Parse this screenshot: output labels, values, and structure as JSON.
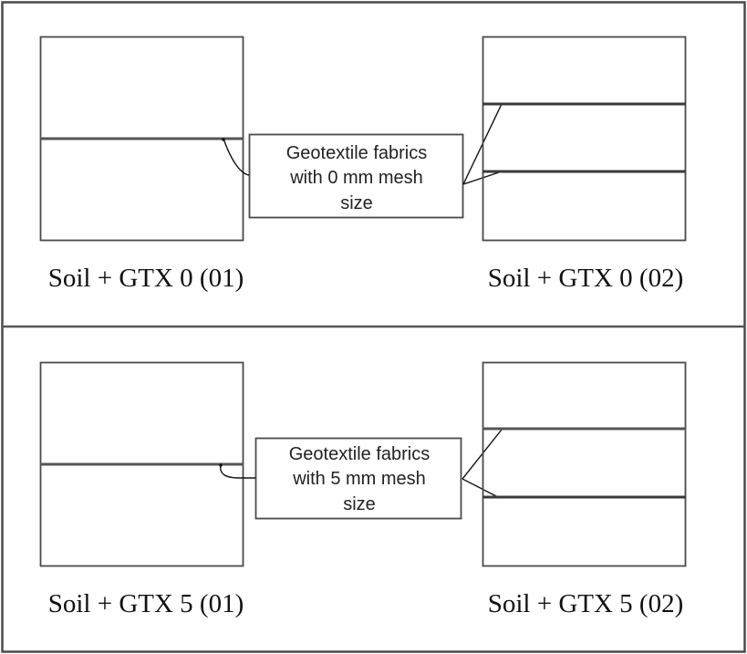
{
  "panels": [
    {
      "id": "gtx0",
      "callout_lines": [
        "Geotextile fabrics",
        "with 0 mm mesh",
        "size"
      ],
      "samples": [
        {
          "label": "Soil + GTX 0 (01)",
          "layers": 1
        },
        {
          "label": "Soil + GTX 0 (02)",
          "layers": 2
        }
      ]
    },
    {
      "id": "gtx5",
      "callout_lines": [
        "Geotextile fabrics",
        "with 5 mm mesh",
        "size"
      ],
      "samples": [
        {
          "label": "Soil + GTX 5 (01)",
          "layers": 1
        },
        {
          "label": "Soil + GTX 5 (02)",
          "layers": 2
        }
      ]
    }
  ],
  "colors": {
    "border": "#4a4a4a",
    "line": "#3a3a3a",
    "text": "#111111",
    "background": "#ffffff"
  }
}
